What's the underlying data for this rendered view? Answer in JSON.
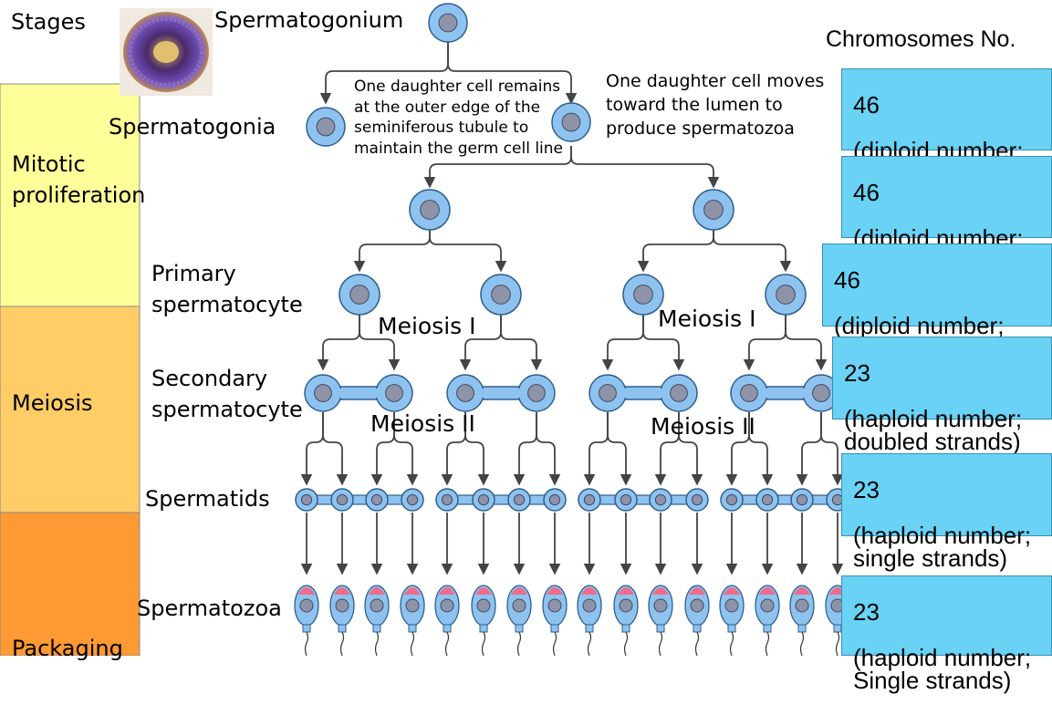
{
  "stages_header": "Stages",
  "chromosomes_header": "Chromosomes No.",
  "stages": [
    {
      "label": "Mitotic proliferation",
      "color": "#ffff99"
    },
    {
      "label": "Meiosis",
      "color": "#ffcc66"
    },
    {
      "label": "Packaging",
      "color": "#ff9933"
    }
  ],
  "cell_labels": {
    "spermatogonium": "Spermatogonium",
    "spermatogonia": "Spermatogonia",
    "primary": "Primary spermatocyte",
    "secondary": "Secondary spermatocyte",
    "spermatids": "Spermatids",
    "spermatozoa": "Spermatozoa"
  },
  "notes": {
    "left": "One daughter cell remains at the outer edge of the seminiferous tubule to maintain the germ cell line",
    "right": "One daughter cell moves toward the lumen to produce spermatozoa"
  },
  "division_labels": {
    "meiosis1": "Meiosis I",
    "meiosis2": "Meiosis II"
  },
  "chromosome_boxes": [
    {
      "number": "46",
      "text": "(diploid number; single strands)"
    },
    {
      "number": "46",
      "text": "(diploid number; single strands)"
    },
    {
      "number": "46",
      "text": "(diploid number; doubled strands)"
    },
    {
      "number": "23",
      "text": "(haploid number; doubled strands)"
    },
    {
      "number": "23",
      "text": "(haploid number; single strands)"
    },
    {
      "number": "23",
      "text": "(haploid number; Single strands)"
    }
  ],
  "colors": {
    "cell_fill": "#8ec3ef",
    "cell_stroke": "#2f5f8f",
    "nucleus_fill": "#8f93a8",
    "acrosome": "#f06c8a",
    "arrow": "#444444",
    "chrom_box": "#69d2f5"
  },
  "icons": [
    "seminiferous-tubule-cross-section-image"
  ]
}
